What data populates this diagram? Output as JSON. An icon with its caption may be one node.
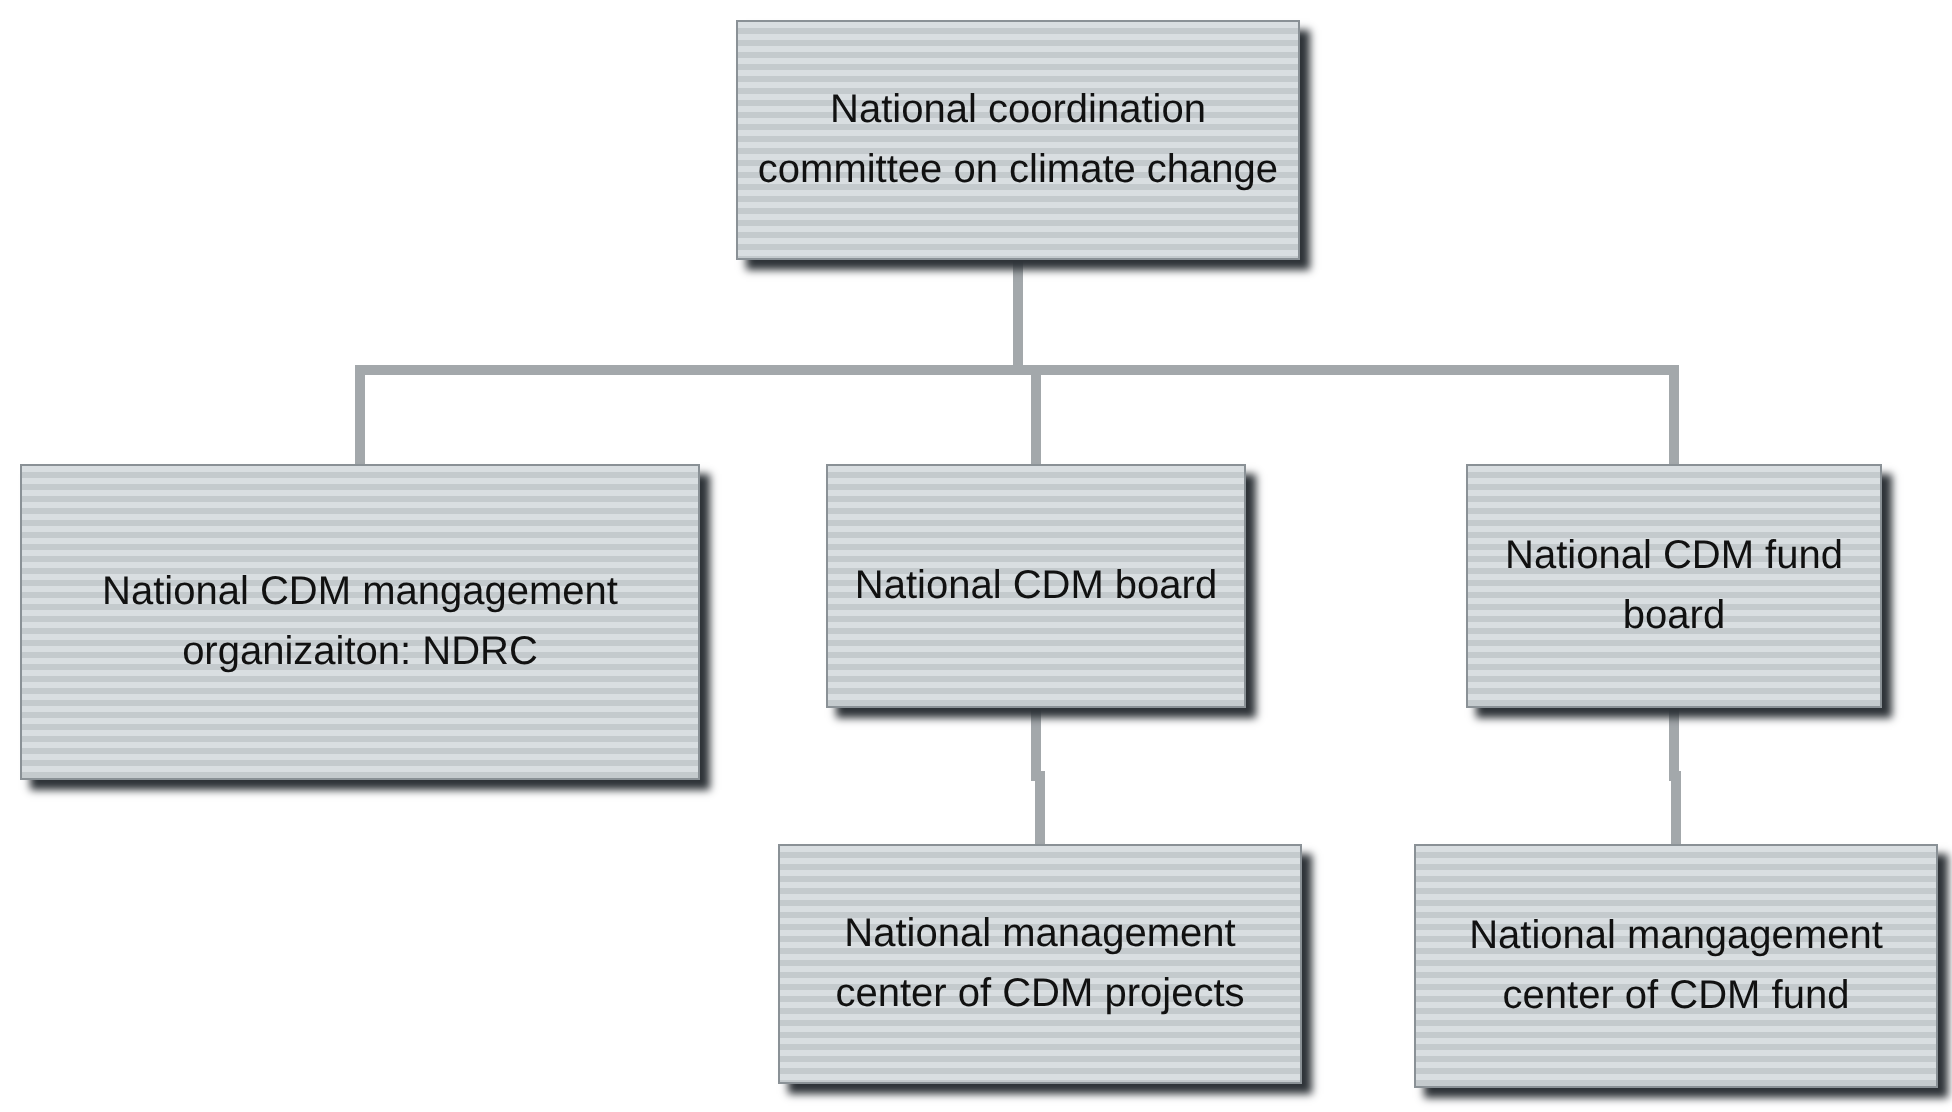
{
  "diagram": {
    "nodes": [
      {
        "text": [
          "National coordination committee on climate change"
        ]
      },
      {
        "text": [
          "National CDM mangagement organizaiton: NDRC"
        ]
      },
      {
        "text": [
          "National CDM board"
        ]
      },
      {
        "text": [
          "National CDM fund board"
        ]
      },
      {
        "text": [
          "National management center of CDM projects"
        ]
      },
      {
        "text": [
          "National mangagement center of CDM fund"
        ]
      }
    ],
    "edges": [
      {
        "from": 0,
        "to": 1,
        "arrow": "none"
      },
      {
        "from": 0,
        "to": 2,
        "arrow": "none"
      },
      {
        "from": 0,
        "to": 3,
        "arrow": "none"
      },
      {
        "from": 2,
        "to": 4,
        "arrow": "none"
      },
      {
        "from": 3,
        "to": 5,
        "arrow": "none"
      }
    ]
  }
}
